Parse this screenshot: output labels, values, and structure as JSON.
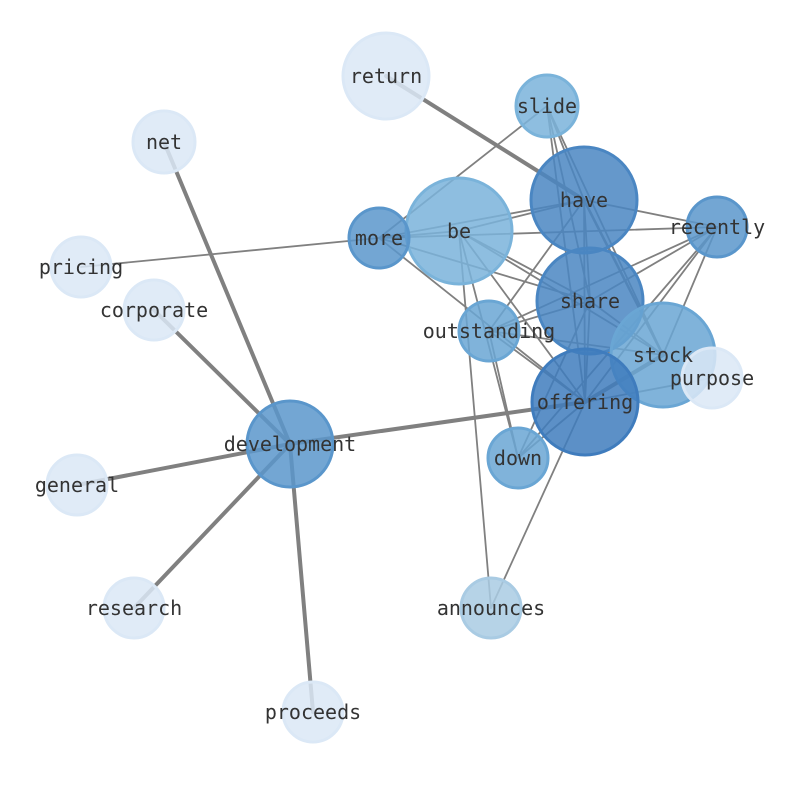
{
  "colors": {
    "edge": "#808080",
    "c1": "#dbe8f6",
    "c2": "#a9cbe3",
    "c3": "#7ab3da",
    "c4": "#6aa6d4",
    "c5": "#5a96cb",
    "c6": "#4a86c2",
    "c7": "#3f7cbd"
  },
  "nodes": [
    {
      "id": "return",
      "label": "return",
      "shade": "c1"
    },
    {
      "id": "slide",
      "label": "slide",
      "shade": "c3"
    },
    {
      "id": "net",
      "label": "net",
      "shade": "c1"
    },
    {
      "id": "have",
      "label": "have",
      "shade": "c6"
    },
    {
      "id": "be",
      "label": "be",
      "shade": "c3"
    },
    {
      "id": "more",
      "label": "more",
      "shade": "c5"
    },
    {
      "id": "recently",
      "label": "recently",
      "shade": "c5"
    },
    {
      "id": "pricing",
      "label": "pricing",
      "shade": "c1"
    },
    {
      "id": "corporate",
      "label": "corporate",
      "shade": "c1"
    },
    {
      "id": "share",
      "label": "share",
      "shade": "c6"
    },
    {
      "id": "outstanding",
      "label": "outstanding",
      "shade": "c4"
    },
    {
      "id": "stock",
      "label": "stock",
      "shade": "c4"
    },
    {
      "id": "purpose",
      "label": "purpose",
      "shade": "c1"
    },
    {
      "id": "offering",
      "label": "offering",
      "shade": "c7"
    },
    {
      "id": "development",
      "label": "development",
      "shade": "c5"
    },
    {
      "id": "down",
      "label": "down",
      "shade": "c4"
    },
    {
      "id": "general",
      "label": "general",
      "shade": "c1"
    },
    {
      "id": "research",
      "label": "research",
      "shade": "c1"
    },
    {
      "id": "announces",
      "label": "announces",
      "shade": "c2"
    },
    {
      "id": "proceeds",
      "label": "proceeds",
      "shade": "c1"
    }
  ],
  "edges": [
    {
      "source": "return",
      "target": "have",
      "weight": 3
    },
    {
      "source": "net",
      "target": "development",
      "weight": 3
    },
    {
      "source": "corporate",
      "target": "development",
      "weight": 3
    },
    {
      "source": "general",
      "target": "development",
      "weight": 3
    },
    {
      "source": "research",
      "target": "development",
      "weight": 3
    },
    {
      "source": "proceeds",
      "target": "development",
      "weight": 3
    },
    {
      "source": "development",
      "target": "offering",
      "weight": 3
    },
    {
      "source": "offering",
      "target": "stock",
      "weight": 3
    },
    {
      "source": "pricing",
      "target": "more",
      "weight": 1
    },
    {
      "source": "more",
      "target": "be",
      "weight": 1
    },
    {
      "source": "more",
      "target": "have",
      "weight": 1
    },
    {
      "source": "more",
      "target": "recently",
      "weight": 1
    },
    {
      "source": "more",
      "target": "slide",
      "weight": 1
    },
    {
      "source": "more",
      "target": "share",
      "weight": 1
    },
    {
      "source": "more",
      "target": "offering",
      "weight": 1
    },
    {
      "source": "be",
      "target": "have",
      "weight": 1
    },
    {
      "source": "be",
      "target": "share",
      "weight": 1
    },
    {
      "source": "be",
      "target": "stock",
      "weight": 1
    },
    {
      "source": "be",
      "target": "offering",
      "weight": 1
    },
    {
      "source": "be",
      "target": "down",
      "weight": 1
    },
    {
      "source": "be",
      "target": "announces",
      "weight": 1
    },
    {
      "source": "slide",
      "target": "have",
      "weight": 1
    },
    {
      "source": "slide",
      "target": "share",
      "weight": 1
    },
    {
      "source": "slide",
      "target": "stock",
      "weight": 1
    },
    {
      "source": "slide",
      "target": "offering",
      "weight": 1
    },
    {
      "source": "have",
      "target": "recently",
      "weight": 1
    },
    {
      "source": "have",
      "target": "share",
      "weight": 1
    },
    {
      "source": "have",
      "target": "stock",
      "weight": 2
    },
    {
      "source": "have",
      "target": "offering",
      "weight": 1
    },
    {
      "source": "have",
      "target": "outstanding",
      "weight": 1
    },
    {
      "source": "recently",
      "target": "share",
      "weight": 1
    },
    {
      "source": "recently",
      "target": "outstanding",
      "weight": 1
    },
    {
      "source": "recently",
      "target": "offering",
      "weight": 1
    },
    {
      "source": "recently",
      "target": "down",
      "weight": 1
    },
    {
      "source": "recently",
      "target": "stock",
      "weight": 1
    },
    {
      "source": "share",
      "target": "outstanding",
      "weight": 1
    },
    {
      "source": "share",
      "target": "offering",
      "weight": 1
    },
    {
      "source": "share",
      "target": "stock",
      "weight": 1
    },
    {
      "source": "share",
      "target": "down",
      "weight": 1
    },
    {
      "source": "outstanding",
      "target": "down",
      "weight": 1
    },
    {
      "source": "outstanding",
      "target": "offering",
      "weight": 1
    },
    {
      "source": "outstanding",
      "target": "stock",
      "weight": 1
    },
    {
      "source": "offering",
      "target": "down",
      "weight": 1
    },
    {
      "source": "offering",
      "target": "announces",
      "weight": 1
    },
    {
      "source": "offering",
      "target": "purpose",
      "weight": 1
    }
  ]
}
